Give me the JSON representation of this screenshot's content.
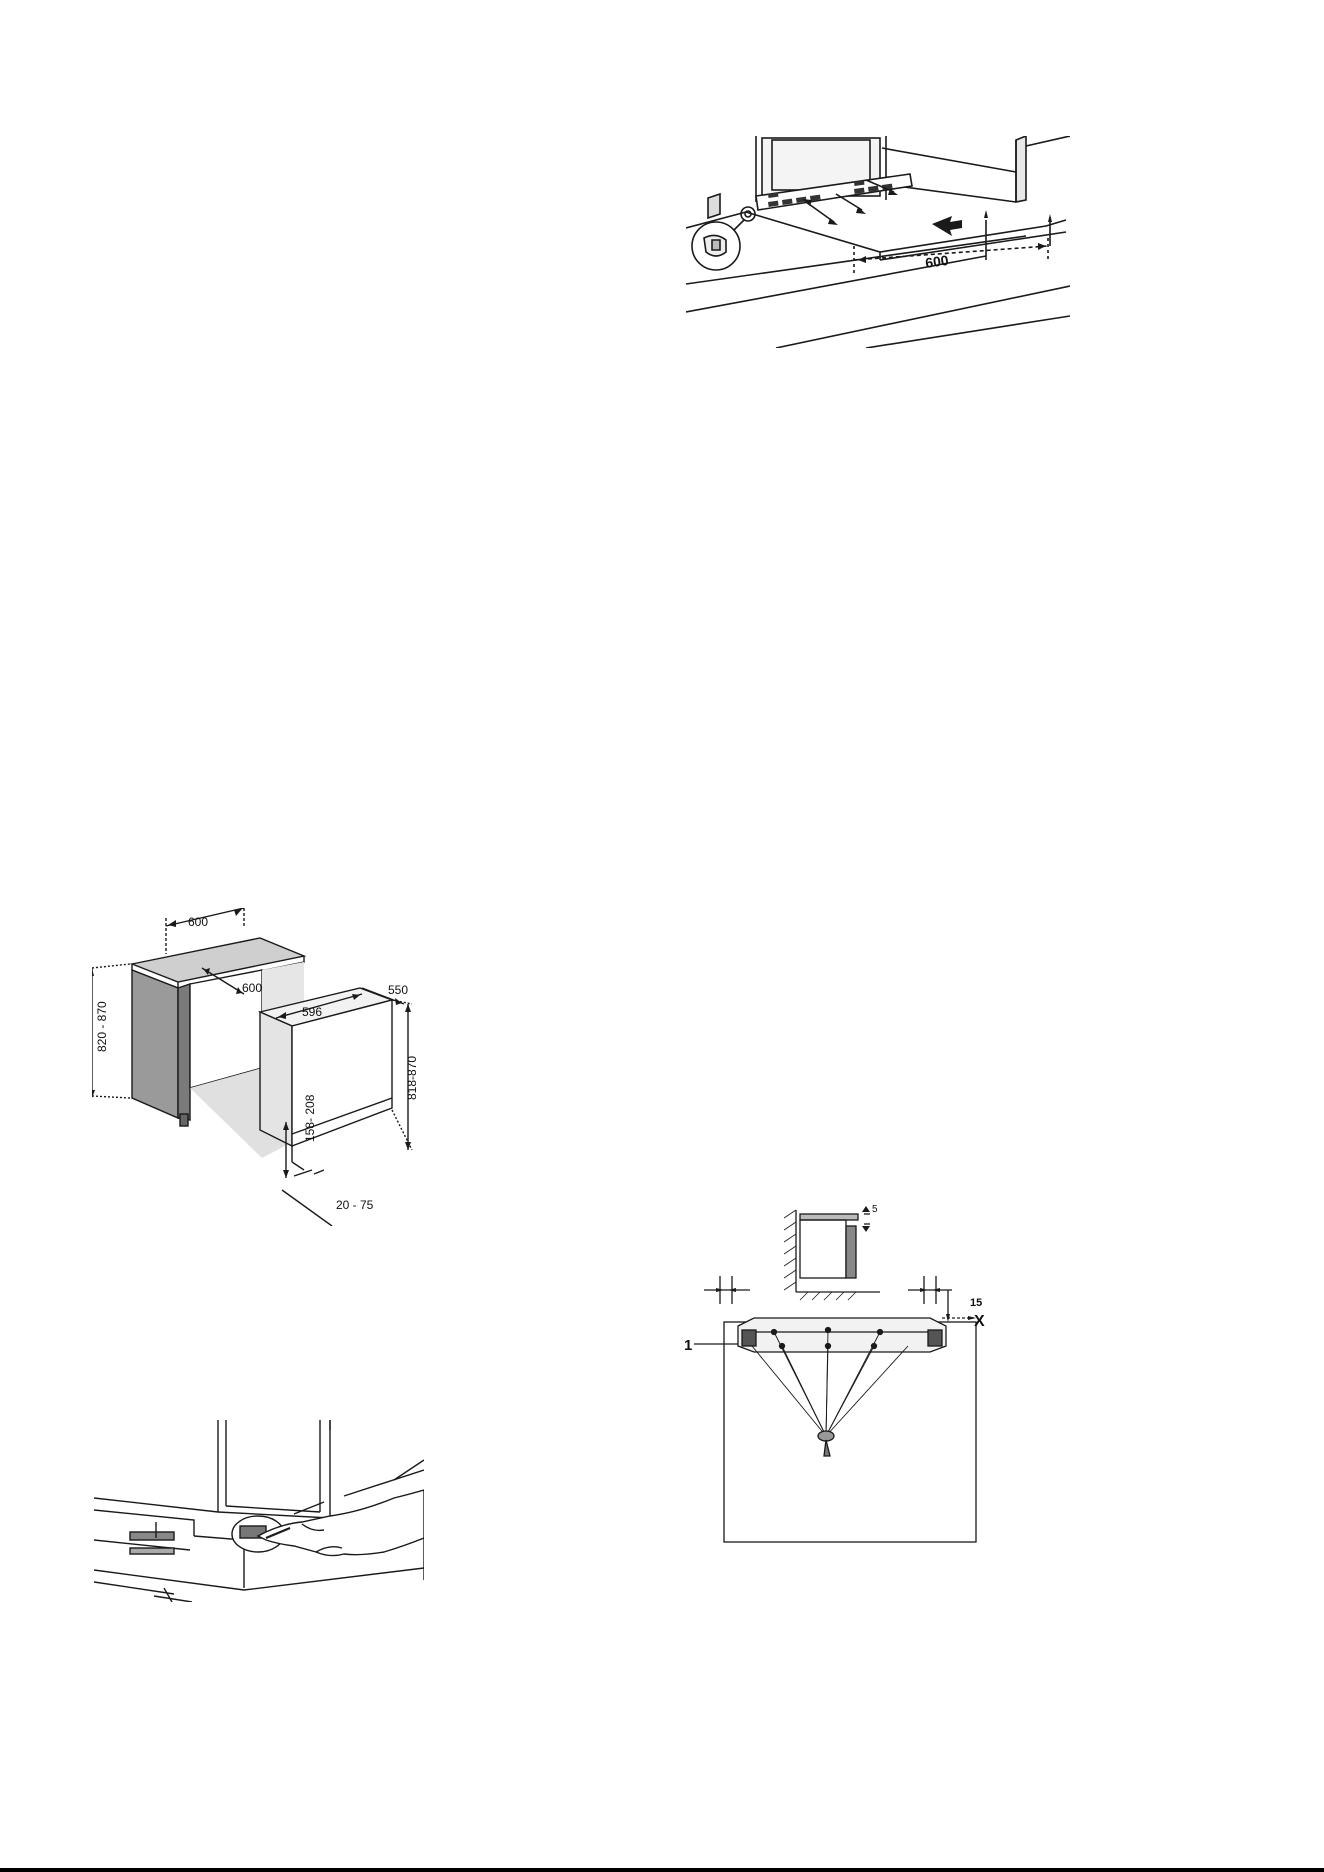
{
  "figures": {
    "plinth": {
      "dimension": "600"
    },
    "cabinet": {
      "dims": {
        "top_width": "600",
        "niche_depth": "600",
        "depth": "550",
        "appliance_width": "596",
        "niche_height": "820 - 870",
        "appliance_height": "818-870",
        "plinth_height": "158- 208",
        "plinth_recess": "20 - 75"
      }
    },
    "door_mount": {
      "dim_top": "5",
      "dim_side": "15",
      "label_x": "X",
      "label_1": "1"
    }
  },
  "colors": {
    "line": "#1a1a1a",
    "shade": "#9a9a9a",
    "light_shade": "#d8d8d8"
  }
}
